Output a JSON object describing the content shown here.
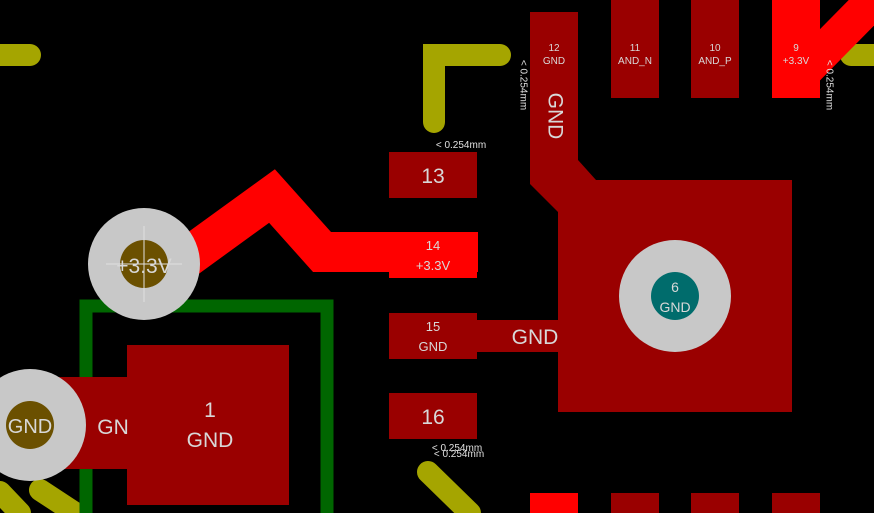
{
  "colors": {
    "background": "#000000",
    "pad_red": "#9a0000",
    "trace_red": "#ff0000",
    "silk_olive": "#a5a500",
    "courtyard_green": "#006600",
    "via_ring": "#c8c8c8",
    "via_hole": "#6b5000",
    "thermal_hole": "#006c6c",
    "label_text": "#d8d8d8"
  },
  "pads": {
    "p12": {
      "num": "12",
      "net": "GND"
    },
    "p11": {
      "num": "11",
      "net": "AND_N"
    },
    "p10": {
      "num": "10",
      "net": "AND_P"
    },
    "p9": {
      "num": "9",
      "net": "+3.3V"
    },
    "p13": {
      "num": "13"
    },
    "p14": {
      "num": "14",
      "net": "+3.3V"
    },
    "p15": {
      "num": "15",
      "net": "GND"
    },
    "p16": {
      "num": "16"
    },
    "thermal": {
      "num": "6",
      "net": "GND"
    },
    "big": {
      "num": "1",
      "net": "GND"
    }
  },
  "net_labels": {
    "gnd_vertical": "GND",
    "gnd_trace": "GND",
    "gn_stub": "GN",
    "via_33": "+3.3V",
    "via_gnd": "GND"
  },
  "clearances": {
    "c1": "< 0.254mm",
    "c2": "< 0.254mm",
    "c3": "< 0.254mm",
    "c4": "< 0.254mm",
    "c5": "< 0.254mm"
  }
}
